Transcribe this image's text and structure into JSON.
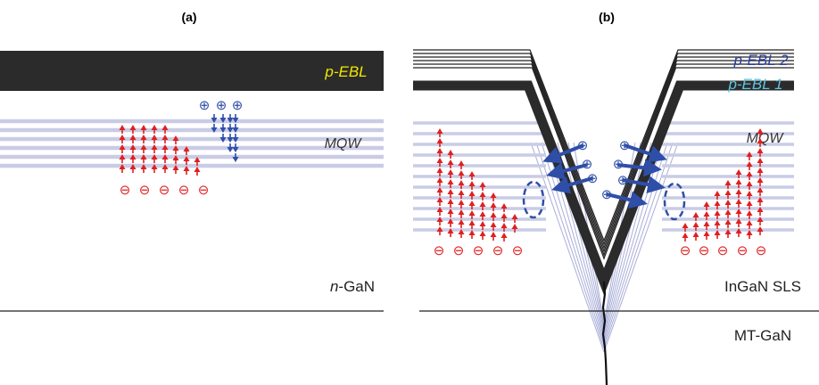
{
  "panel_a": {
    "label": "(a)",
    "ebl_label": "p-EBL",
    "mqw_label": "MQW",
    "substrate_label_italic": "n",
    "substrate_label_rest": "-GaN",
    "electron_symbol": "⊖",
    "hole_symbol": "⊕"
  },
  "panel_b": {
    "label": "(b)",
    "ebl2_label": "p-EBL 2",
    "ebl1_label": "p-EBL 1",
    "mqw_label": "MQW",
    "sls_label": "InGaN SLS",
    "buffer_label": "MT-GaN",
    "electron_symbol": "⊖",
    "hole_symbol": "⊕"
  },
  "colors": {
    "ebl_dark": "#2b2b2b",
    "ebl_text_yellow": "#f2e600",
    "ebl2_text": "#2c3e9e",
    "ebl1_text": "#5cc4e0",
    "well_lines": "#c9cce6",
    "electron_red": "#e02020",
    "hole_blue": "#2e4ea8",
    "sls_lines": "#a9aed8"
  }
}
